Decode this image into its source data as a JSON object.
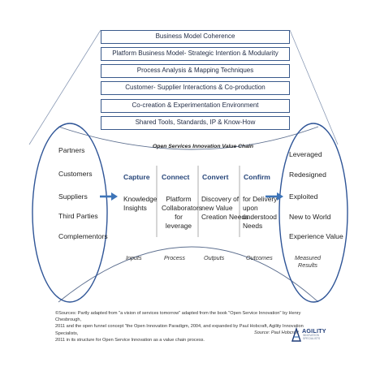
{
  "layers": [
    "Business Model Coherence",
    "Platform Business Model- Strategic Intention & Modularity",
    "Process Analysis & Mapping Techniques",
    "Customer- Supplier Interactions & Co-production",
    "Co-creation & Experimentation Environment",
    "Shared Tools, Standards, IP & Know-How"
  ],
  "chain_title": "Open Services Innovation Value Chain",
  "inputs": [
    "Partners",
    "Customers",
    "Suppliers",
    "Third Parties",
    "Complementors"
  ],
  "outputs": [
    "Leveraged",
    "Redesigned",
    "Exploited",
    "New to World",
    "Experience Value"
  ],
  "stages": [
    {
      "head": "Capture",
      "body": [
        "Knowledge",
        "Insights"
      ]
    },
    {
      "head": "Connect",
      "body": [
        "Platform",
        "Collaborators",
        "for leverage"
      ]
    },
    {
      "head": "Convert",
      "body": [
        "Discovery of",
        "new Value",
        "Creation Needs"
      ]
    },
    {
      "head": "Confirm",
      "body": [
        "for Delivery",
        "upon",
        "understood",
        "Needs"
      ]
    }
  ],
  "bottom_labels": [
    "Inputs",
    "Process",
    "Outputs",
    "Outcomes",
    "Measured",
    "Results"
  ],
  "source_lines": [
    "©Sources: Partly adapted from \"a vision of services tomorrow\" adapted from the book \"Open Service Innovation\" by Henry Chesbrough,",
    "2011 and the open funnel concept \"the Open Innovation Paradigm, 2004, and expanded by Paul Hobcraft, Agility Innovation Specialists,",
    "2011  in its structure for Open Service Innovation as a value chain process."
  ],
  "credit": "Source: Paul Hobcraft",
  "logo": {
    "name": "AGILITY",
    "sub1": "INNOVATION",
    "sub2": "SPECIALISTS"
  },
  "colors": {
    "border": "#3a5a8c",
    "arrow": "#3d74b8",
    "ellipse": "#2f5597",
    "heading": "#27467a"
  }
}
